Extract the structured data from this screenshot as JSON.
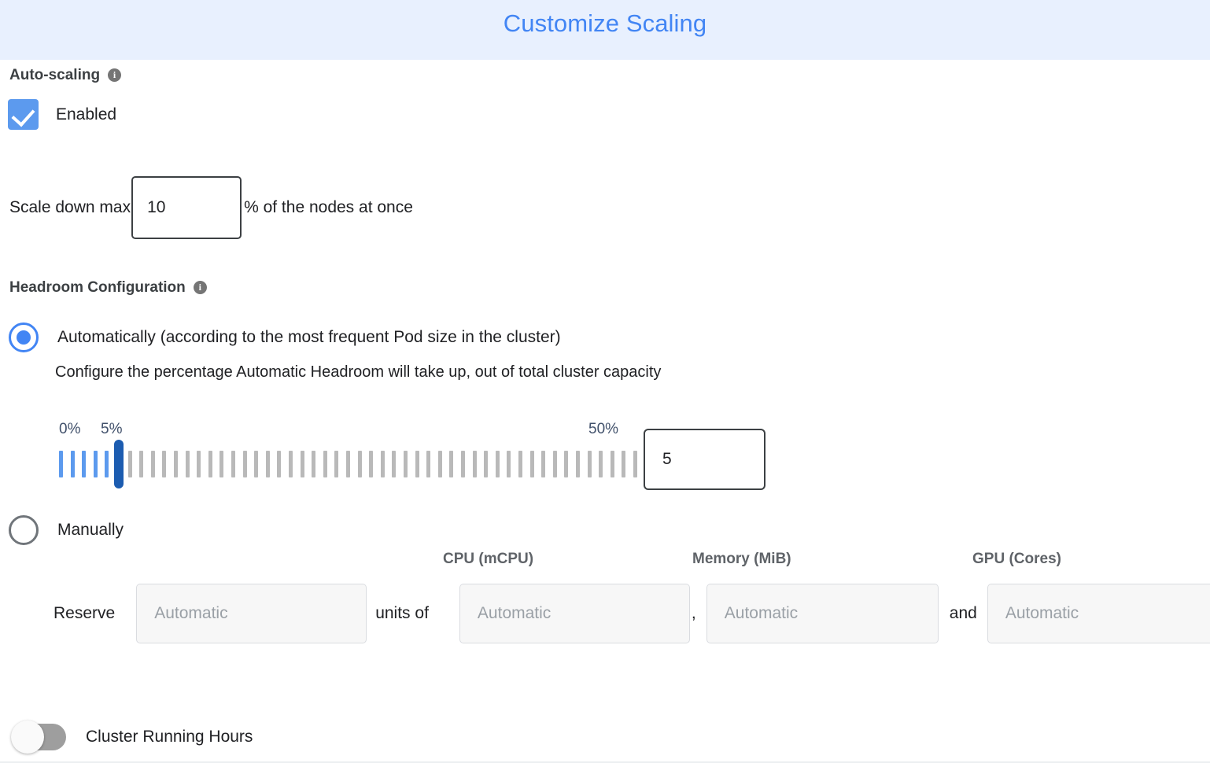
{
  "header": {
    "title": "Customize Scaling",
    "background": "#e8f0fe",
    "title_color": "#4285f4"
  },
  "autoscaling": {
    "section_label": "Auto-scaling",
    "info_glyph": "i",
    "checkbox_label": "Enabled",
    "checkbox_checked": true,
    "accent_color": "#5c9aee",
    "scale_down": {
      "prefix_label": "Scale down max",
      "value": "10",
      "suffix_label": "% of the nodes at once"
    }
  },
  "headroom": {
    "section_label": "Headroom Configuration",
    "info_glyph": "i",
    "mode": "automatic",
    "automatic": {
      "radio_label": "Automatically (according to the most frequent Pod size in the cluster)",
      "help_text": "Configure the percentage Automatic Headroom will take up, out of total cluster capacity",
      "selected": true,
      "slider": {
        "min_label": "0%",
        "current_label": "5%",
        "max_label": "50%",
        "min": 0,
        "max": 50,
        "value": 5,
        "tick_count": 51,
        "filled_color": "#5c9aee",
        "empty_color": "#b9b9b9",
        "handle_color": "#1c5cb0",
        "value_box": "5"
      }
    },
    "manual": {
      "radio_label": "Manually",
      "selected": false,
      "reserve_prefix": "Reserve",
      "units_of_text": "units of",
      "comma_text": ",",
      "and_text": "and",
      "fields": [
        {
          "name": "units",
          "label": "",
          "value": "",
          "placeholder": "Automatic"
        },
        {
          "name": "cpu",
          "label": "CPU (mCPU)",
          "value": "",
          "placeholder": "Automatic"
        },
        {
          "name": "memory",
          "label": "Memory (MiB)",
          "value": "",
          "placeholder": "Automatic"
        },
        {
          "name": "gpu",
          "label": "GPU (Cores)",
          "value": "",
          "placeholder": "Automatic"
        }
      ]
    }
  },
  "cluster_running_hours": {
    "label": "Cluster Running Hours",
    "enabled": false,
    "off_color": "#9e9e9e"
  }
}
